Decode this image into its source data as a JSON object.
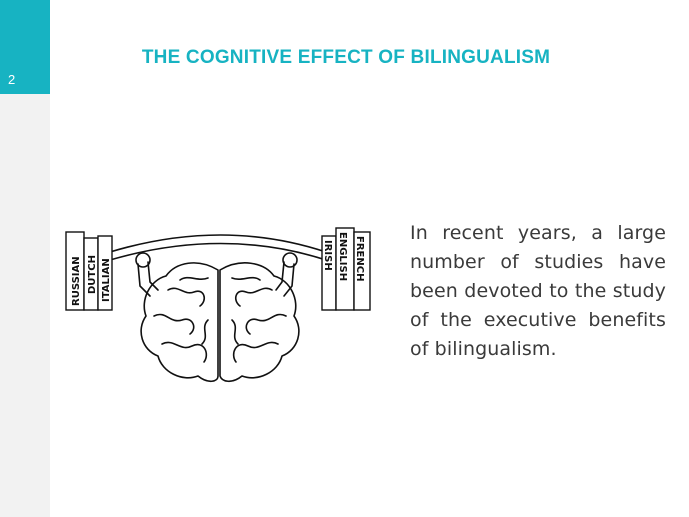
{
  "slide": {
    "page_number": "2",
    "title": "THE COGNITIVE EFFECT OF BILINGUALISM",
    "body": "In recent years, a large number of studies have been devoted to the study of the executive benefits of bilingualism."
  },
  "illustration": {
    "left_books": [
      "RUSSIAN",
      "DUTCH",
      "ITALIAN"
    ],
    "right_books": [
      "IRISH",
      "ENGLISH",
      "FRENCH"
    ]
  },
  "colors": {
    "accent": "#17b3c2",
    "sidebar": "#f2f2f2",
    "text": "#3a3a3a"
  }
}
